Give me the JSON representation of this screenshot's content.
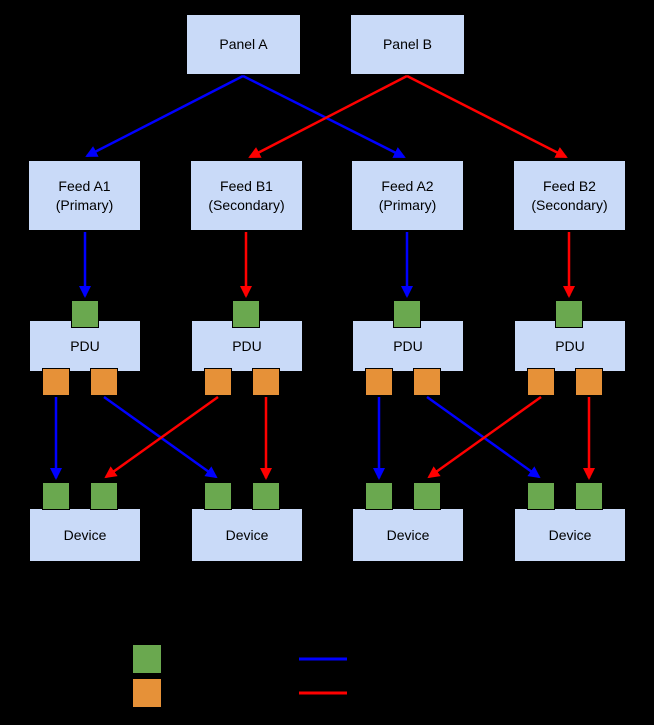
{
  "panels": [
    {
      "label": "Panel A"
    },
    {
      "label": "Panel B"
    }
  ],
  "feeds": [
    {
      "name": "Feed A1",
      "role": "(Primary)"
    },
    {
      "name": "Feed B1",
      "role": "(Secondary)"
    },
    {
      "name": "Feed A2",
      "role": "(Primary)"
    },
    {
      "name": "Feed B2",
      "role": "(Secondary)"
    }
  ],
  "pdus": [
    "PDU",
    "PDU",
    "PDU",
    "PDU"
  ],
  "devices": [
    "Device",
    "Device",
    "Device",
    "Device"
  ],
  "colors": {
    "background": "#000000",
    "node_fill": "#c9daf8",
    "node_border": "#000000",
    "input_port_green": "#6aa84f",
    "output_port_orange": "#e69138",
    "primary_path_blue": "#0000ff",
    "secondary_path_red": "#ff0000"
  },
  "legend": {
    "swatches": [
      {
        "name": "green-port-swatch",
        "color": "#6aa84f"
      },
      {
        "name": "orange-port-swatch",
        "color": "#e69138"
      },
      {
        "name": "blue-path-swatch",
        "color": "#0000ff"
      },
      {
        "name": "red-path-swatch",
        "color": "#ff0000"
      }
    ]
  }
}
